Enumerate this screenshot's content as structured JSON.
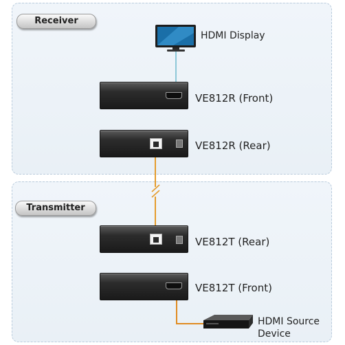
{
  "receiver": {
    "section_label": "Receiver",
    "display_label": "HDMI Display",
    "front_label": "VE812R (Front)",
    "rear_label": "VE812R (Rear)"
  },
  "transmitter": {
    "section_label": "Transmitter",
    "rear_label": "VE812T (Rear)",
    "front_label": "VE812T (Front)",
    "source_label_line1": "HDMI Source",
    "source_label_line2": "Device"
  },
  "colors": {
    "hdmi_cable": "#8ec8d8",
    "cat_cable": "#e59b2a",
    "source_cable": "#e08a1f",
    "panel_border": "#b9cbdc",
    "unit_body": "#1e1e1e"
  },
  "icons": {
    "display": "monitor-icon",
    "source": "set-top-box-icon",
    "hdmi": "hdmi-port-icon",
    "rj45": "rj45-port-icon",
    "cable_break": "cable-break-icon"
  }
}
